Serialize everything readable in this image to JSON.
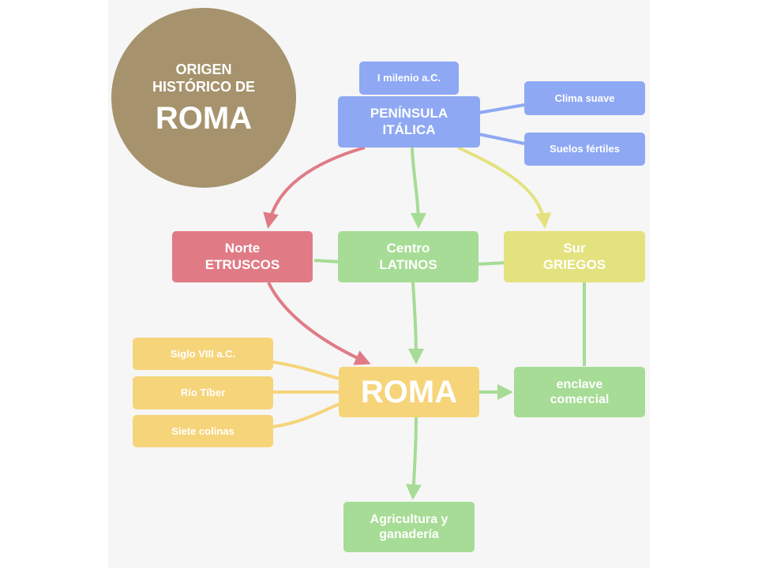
{
  "title": {
    "line1": "ORIGEN",
    "line2": "HISTÓRICO DE",
    "line3": "ROMA"
  },
  "nodes": {
    "milenio": "I milenio a.C.",
    "peninsula_line1": "PENÍNSULA",
    "peninsula_line2": "ITÁLICA",
    "clima": "Clima suave",
    "suelos": "Suelos fértiles",
    "norte_line1": "Norte",
    "norte_line2": "ETRUSCOS",
    "centro_line1": "Centro",
    "centro_line2": "LATINOS",
    "sur_line1": "Sur",
    "sur_line2": "GRIEGOS",
    "siglo": "Siglo VIII a.C.",
    "rio": "Río Tíber",
    "siete": "Siete colinas",
    "roma": "ROMA",
    "enclave_line1": "enclave",
    "enclave_line2": "comercial",
    "agricultura_line1": "Agricultura y",
    "agricultura_line2": "ganadería"
  },
  "colors": {
    "blue": "#8ea8f3",
    "red": "#e07b86",
    "green": "#a6dc95",
    "yellow": "#f6d47a",
    "olive": "#e3e27e",
    "title_circle": "#a6936d"
  }
}
